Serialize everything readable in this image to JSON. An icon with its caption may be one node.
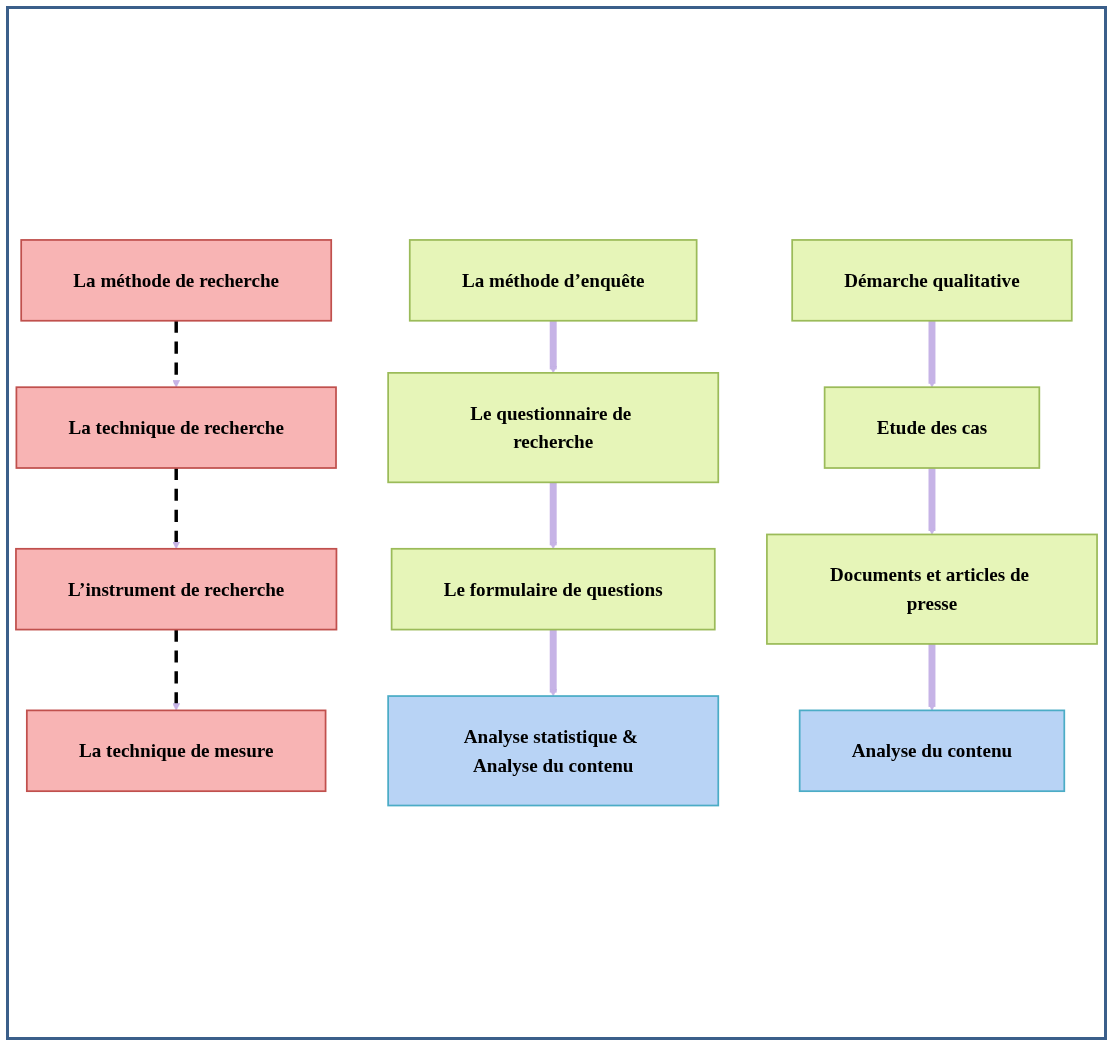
{
  "diagram": {
    "nodes": [
      {
        "text": [
          "La méthode de recherche"
        ]
      },
      {
        "text": [
          "La méthode d’enquête"
        ]
      },
      {
        "text": [
          "Démarche qualitative"
        ]
      },
      {
        "text": [
          "La technique de recherche"
        ]
      },
      {
        "text": [
          "Le questionnaire de recherche"
        ]
      },
      {
        "text": [
          "Etude des cas"
        ]
      },
      {
        "text": [
          "L’instrument de recherche"
        ]
      },
      {
        "text": [
          "Le formulaire de questions"
        ]
      },
      {
        "text": [
          "Documents et articles de presse"
        ]
      },
      {
        "text": [
          "La technique de mesure"
        ]
      },
      {
        "text": [
          "Analyse statistique & Analyse du contenu"
        ]
      },
      {
        "text": [
          "Analyse du contenu"
        ]
      }
    ],
    "edges": [
      {
        "from": 0,
        "to": 3,
        "arrow": "to",
        "style": "dashed",
        "color": "#000000"
      },
      {
        "from": 3,
        "to": 6,
        "arrow": "to",
        "style": "dashed",
        "color": "#000000"
      },
      {
        "from": 6,
        "to": 9,
        "arrow": "to",
        "style": "dashed",
        "color": "#000000"
      },
      {
        "from": 1,
        "to": 4,
        "arrow": "to"
      },
      {
        "from": 4,
        "to": 7,
        "arrow": "to"
      },
      {
        "from": 7,
        "to": 10,
        "arrow": "to"
      },
      {
        "from": 2,
        "to": 5,
        "arrow": "to"
      },
      {
        "from": 5,
        "to": 8,
        "arrow": "to"
      },
      {
        "from": 8,
        "to": 11,
        "arrow": "to"
      }
    ]
  }
}
